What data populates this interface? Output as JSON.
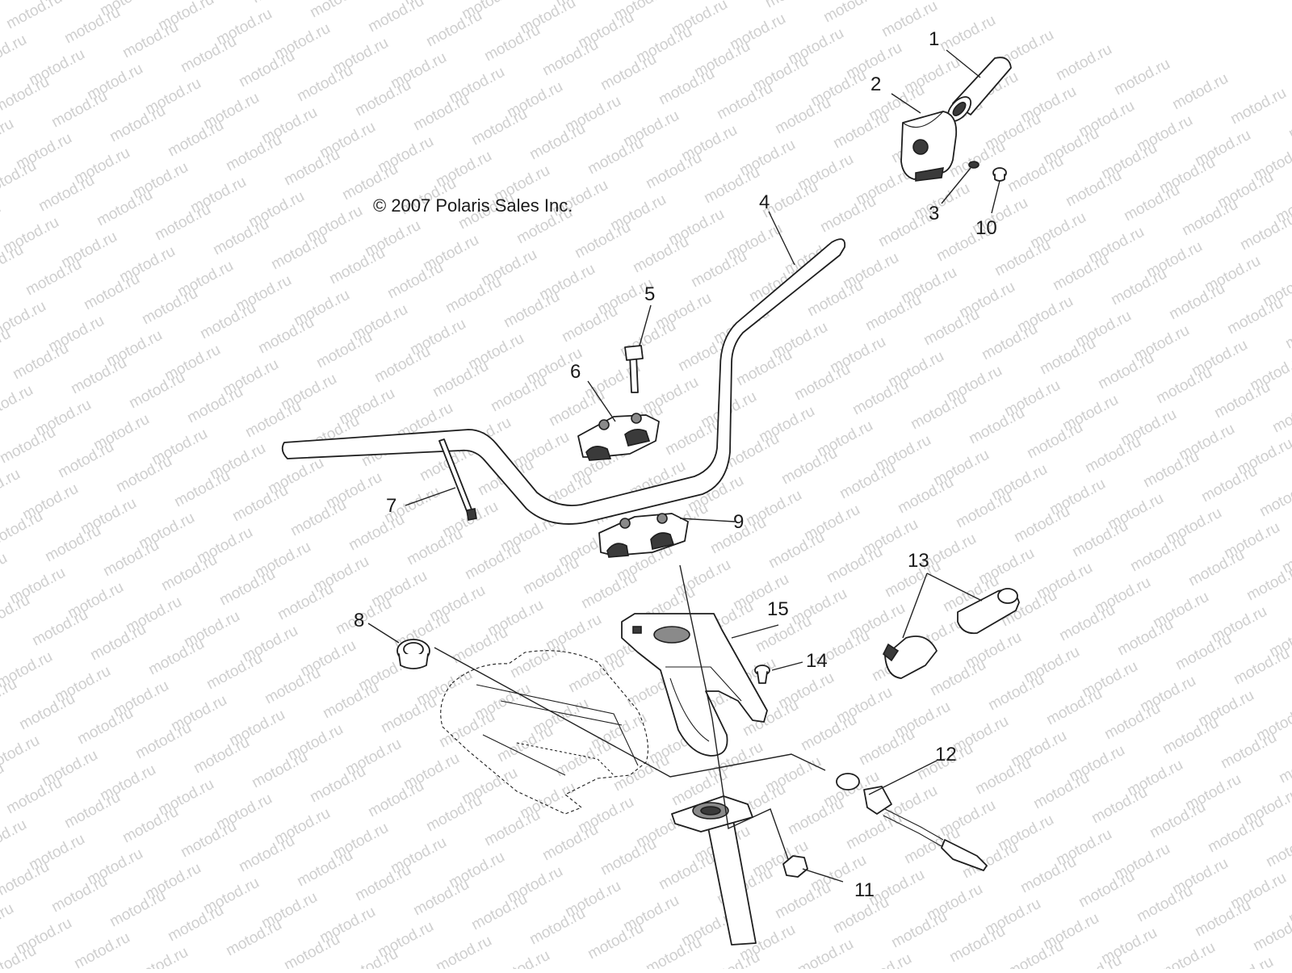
{
  "diagram": {
    "copyright": "© 2007 Polaris Sales Inc.",
    "watermark": "motod.ru",
    "callouts": [
      {
        "id": "1",
        "label": "1"
      },
      {
        "id": "2",
        "label": "2"
      },
      {
        "id": "3",
        "label": "3"
      },
      {
        "id": "4",
        "label": "4"
      },
      {
        "id": "5",
        "label": "5"
      },
      {
        "id": "6",
        "label": "6"
      },
      {
        "id": "7",
        "label": "7"
      },
      {
        "id": "8",
        "label": "8"
      },
      {
        "id": "9",
        "label": "9"
      },
      {
        "id": "10",
        "label": "10"
      },
      {
        "id": "11",
        "label": "11"
      },
      {
        "id": "12",
        "label": "12"
      },
      {
        "id": "13",
        "label": "13"
      },
      {
        "id": "14",
        "label": "14"
      },
      {
        "id": "15",
        "label": "15"
      }
    ]
  }
}
